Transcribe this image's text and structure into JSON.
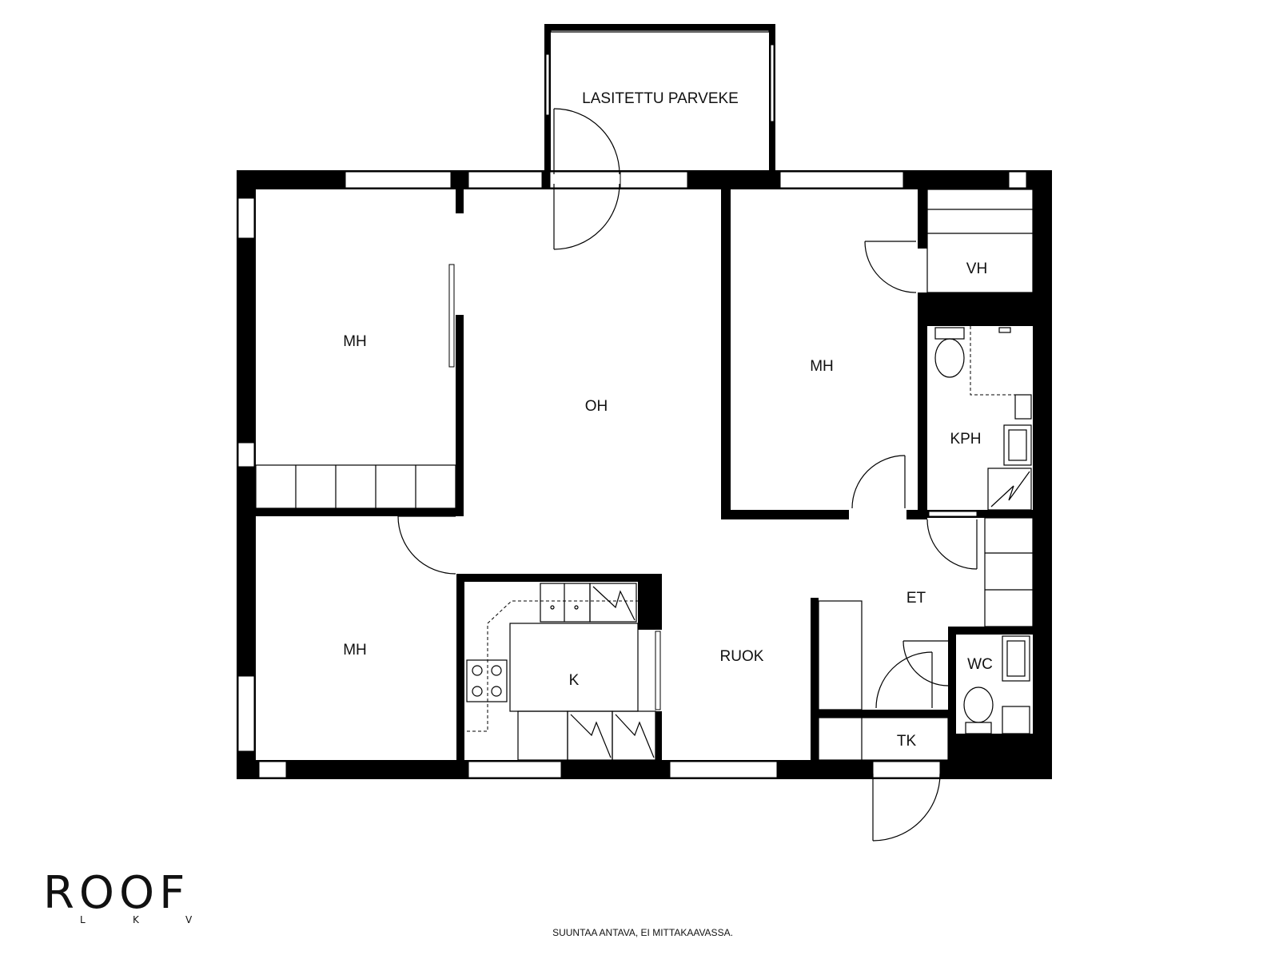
{
  "rooms": {
    "balcony": "LASITETTU PARVEKE",
    "bedroom_top_left": "MH",
    "living_room": "OH",
    "bedroom_top_right": "MH",
    "storage_vh": "VH",
    "bathroom": "KPH",
    "bedroom_bottom_left": "MH",
    "hall": "ET",
    "kitchen": "K",
    "dining": "RUOK",
    "wc": "WC",
    "closet": "TK"
  },
  "logo": {
    "name": "ROOF",
    "sub_letters": [
      "L",
      "K",
      "V"
    ]
  },
  "note": "SUUNTAA ANTAVA, EI MITTAKAAVASSA."
}
